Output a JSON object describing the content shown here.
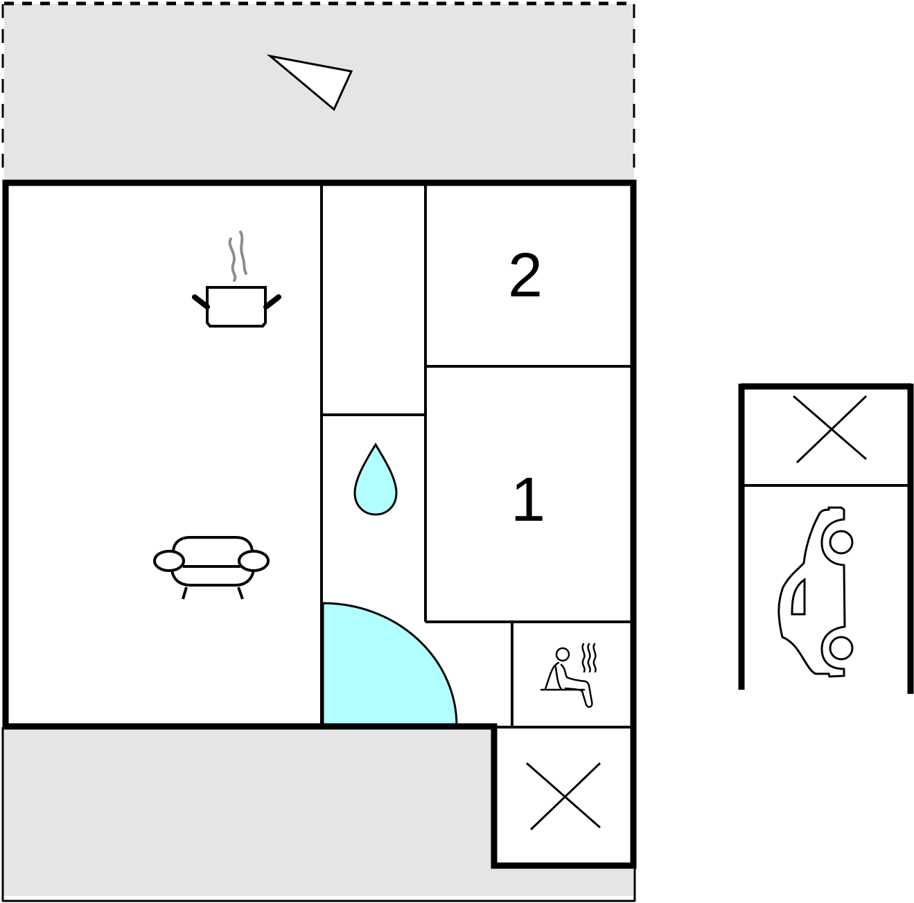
{
  "colors": {
    "outdoor_area": "#e5e5e5",
    "water": "#b2ffff",
    "wall": "#000000",
    "steam": "#8c8c8c",
    "floor": "#ffffff"
  },
  "rooms": [
    {
      "id": "living-kitchen",
      "label": "",
      "icons": [
        "cooking-pot-icon",
        "sofa-icon"
      ]
    },
    {
      "id": "hallway",
      "label": ""
    },
    {
      "id": "bedroom-2",
      "label": "2"
    },
    {
      "id": "bedroom-1",
      "label": "1"
    },
    {
      "id": "bathroom",
      "label": "",
      "icons": [
        "water-drop-icon",
        "shower-quarter-circle"
      ]
    },
    {
      "id": "sauna",
      "label": "",
      "icons": [
        "sauna-icon"
      ]
    },
    {
      "id": "storage",
      "label": "",
      "icons": [
        "x-mark-icon"
      ]
    }
  ],
  "outbuilding": {
    "storage": {
      "icons": [
        "x-mark-icon"
      ]
    },
    "carport": {
      "icons": [
        "car-icon"
      ]
    }
  },
  "terrace": {
    "pattern": "dashed-boundary",
    "icon": "compass-north-arrow-icon"
  }
}
